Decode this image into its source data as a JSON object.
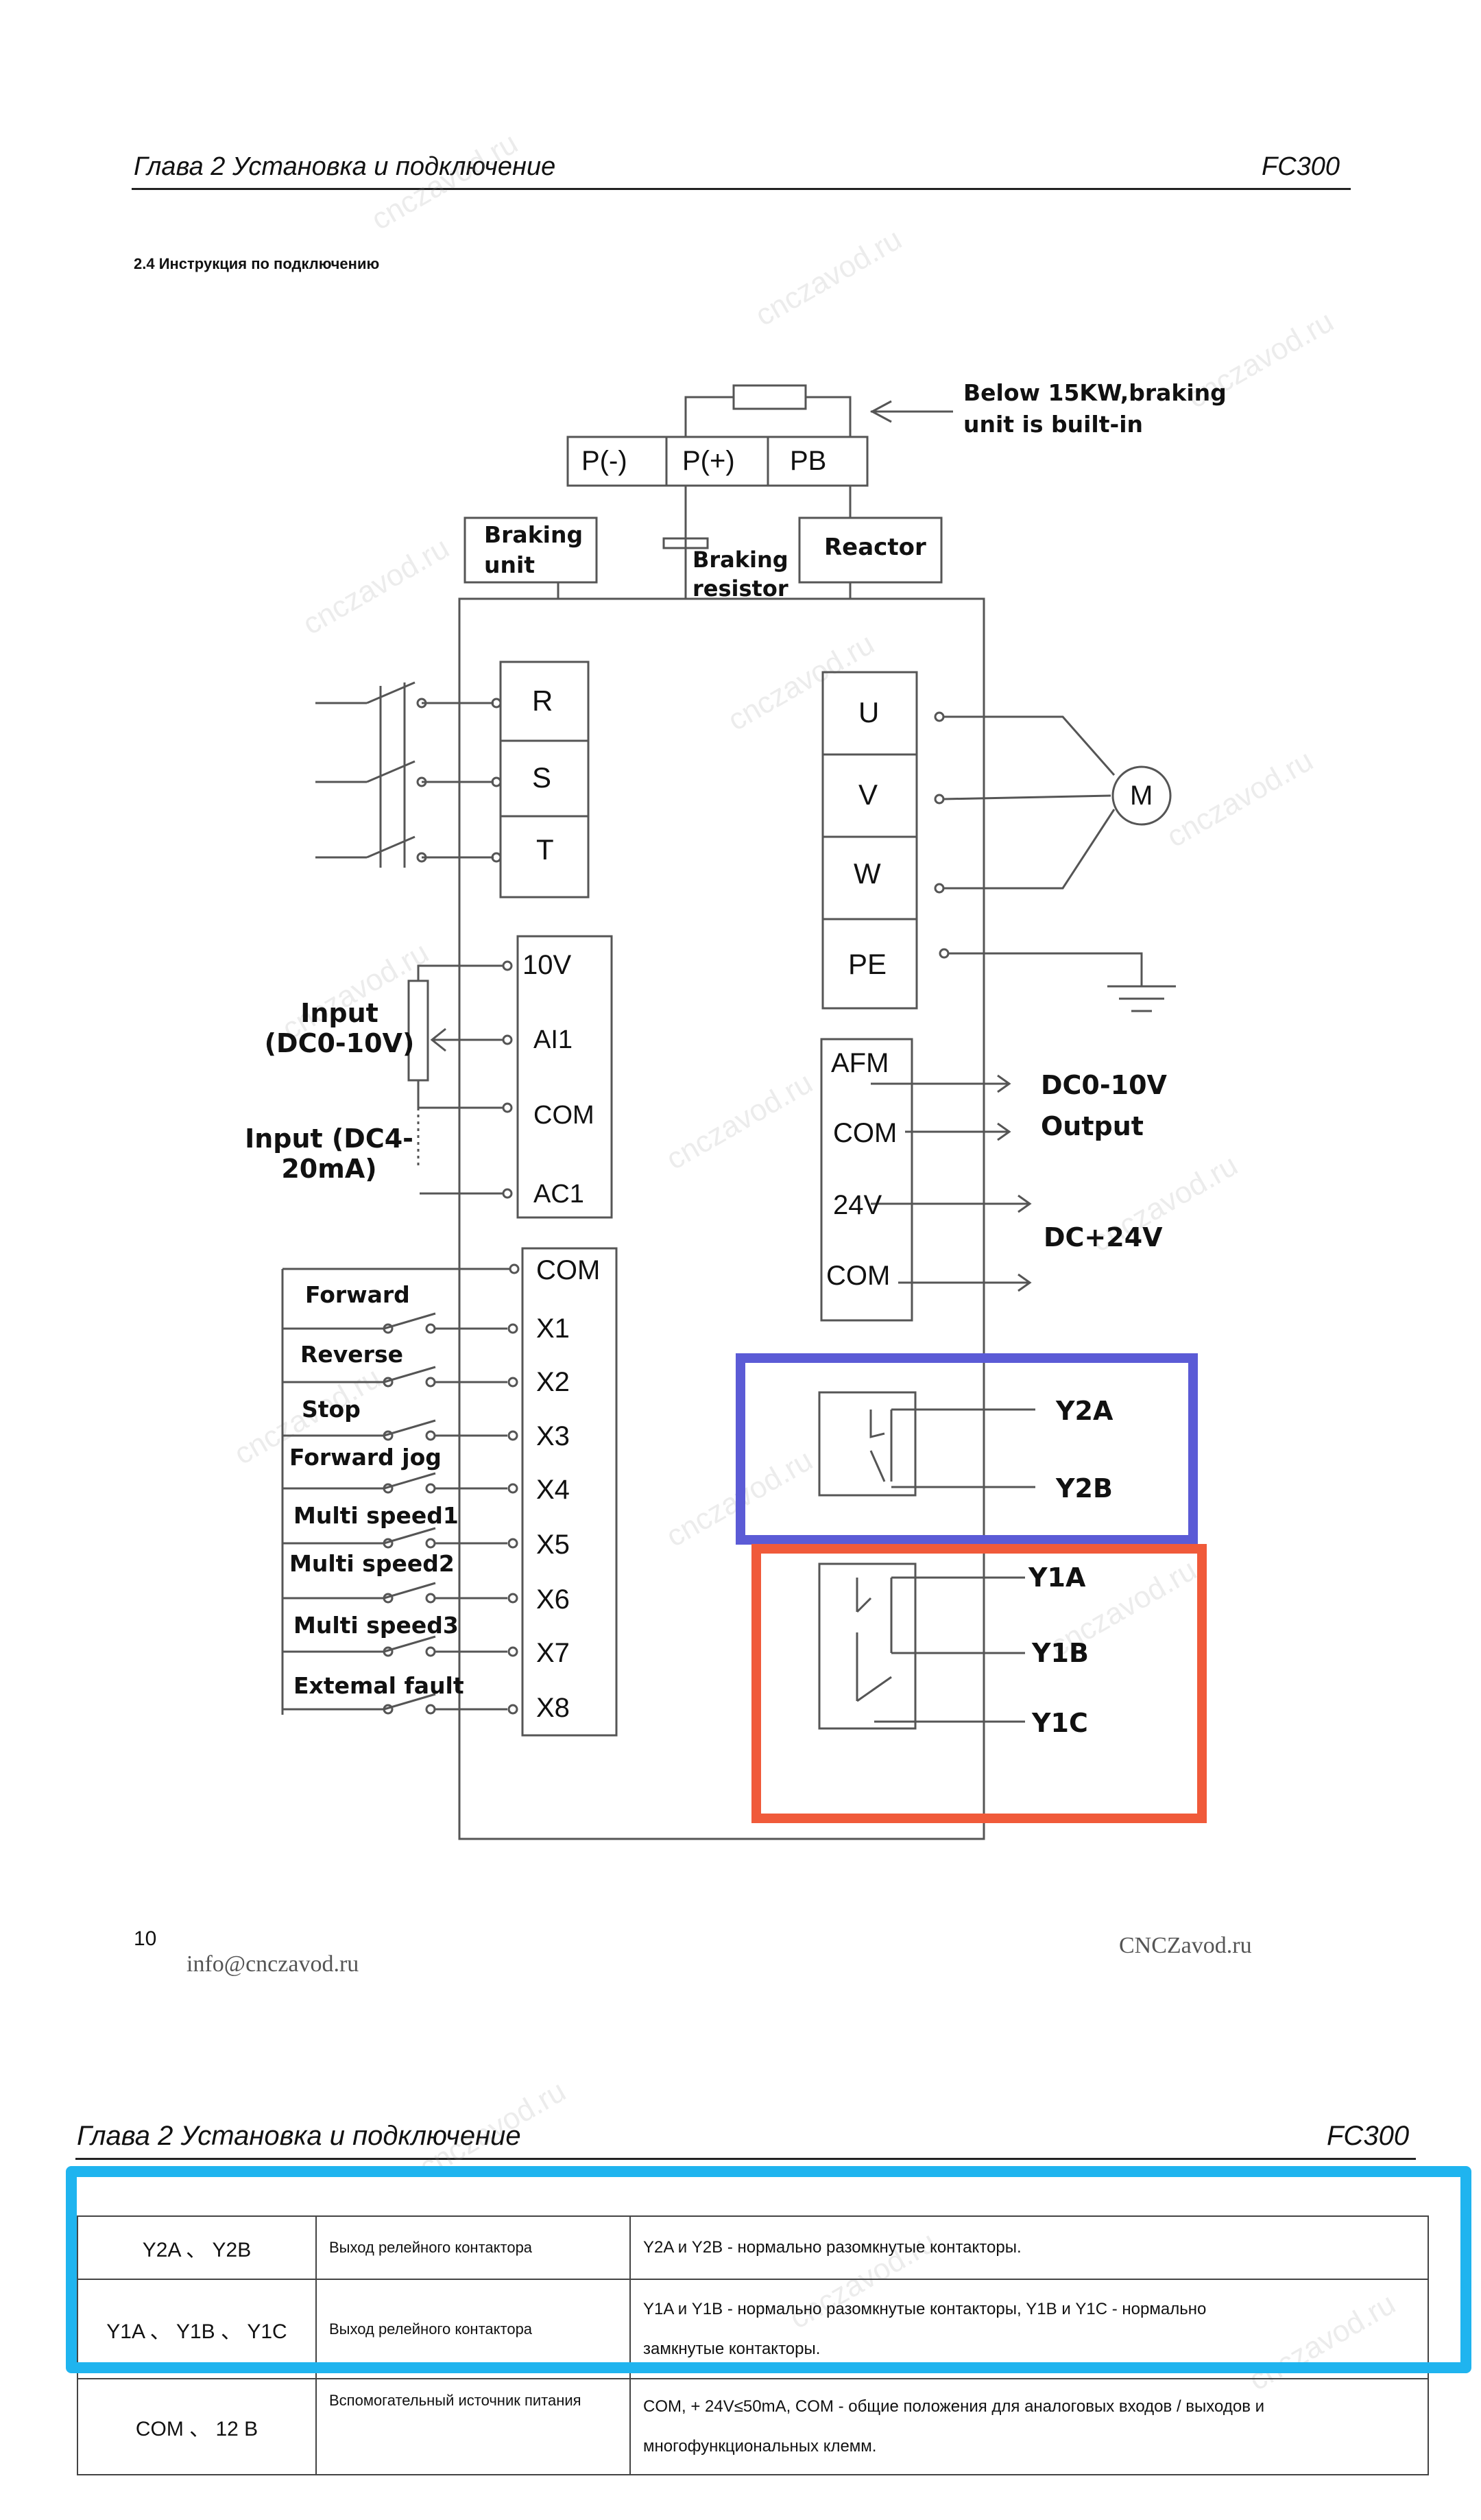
{
  "page1": {
    "header": {
      "chapter": "Глава 2 Установка и подключение",
      "model": "FC300"
    },
    "section_title": "2.4 Инструкция по подключению",
    "diagram": {
      "note": "Below 15KW,braking unit is built-in",
      "dc_bus_terminals": [
        "P(-)",
        "P(+)",
        "PB"
      ],
      "braking_unit": "Braking unit",
      "braking_resistor": "Braking resistor",
      "reactor": "Reactor",
      "input_terminals": [
        "R",
        "S",
        "T"
      ],
      "output_terminals": [
        "U",
        "V",
        "W",
        "PE"
      ],
      "motor": "M",
      "analog_terminals": [
        "10V",
        "AI1",
        "COM",
        "AC1"
      ],
      "analog_input_labels": [
        "Input (DC0-10V)",
        "Input (DC4-20mA)"
      ],
      "output_block": [
        "AFM",
        "COM",
        "24V",
        "COM"
      ],
      "output_labels": [
        "DC0-10V",
        "Output",
        "DC+24V"
      ],
      "digital_terminals": [
        "COM",
        "X1",
        "X2",
        "X3",
        "X4",
        "X5",
        "X6",
        "X7",
        "X8"
      ],
      "digital_labels": [
        "Forward",
        "Reverse",
        "Stop",
        "Forward jog",
        "Multi speed1",
        "Multi speed2",
        "Multi speed3",
        "Extemal fault"
      ],
      "relay2_labels": [
        "Y2A",
        "Y2B"
      ],
      "relay1_labels": [
        "Y1A",
        "Y1B",
        "Y1C"
      ],
      "highlight_colors": {
        "relay2": "#5b5bd6",
        "relay1": "#f05a3a"
      }
    },
    "footer": {
      "page_number": "10",
      "email": "info@cnczavod.ru",
      "site": "CNCZavod.ru"
    }
  },
  "page2": {
    "header": {
      "chapter": "Глава 2 Установка и подключение",
      "model": "FC300"
    },
    "table": {
      "rows": [
        {
          "terminal": "Y2A 、 Y2B",
          "name": "Выход релейного контактора",
          "desc": [
            "Y2A и Y2B - нормально разомкнутые контакторы."
          ]
        },
        {
          "terminal": "Y1A 、 Y1B 、 Y1C",
          "name": "Выход релейного контактора",
          "desc": [
            "Y1A и Y1B - нормально разомкнутые контакторы, Y1B и Y1C - нормально",
            "замкнутые контакторы."
          ]
        },
        {
          "terminal": "COM 、 12 B",
          "name": "Вспомогательный источник питания",
          "desc": [
            "COM, + 24V≤50mA, COM - общие положения для аналоговых входов / выходов и",
            "многофункциональных клемм."
          ]
        }
      ],
      "highlight_color": "#1fb4ef"
    },
    "watermark": "cnczavod.ru"
  }
}
